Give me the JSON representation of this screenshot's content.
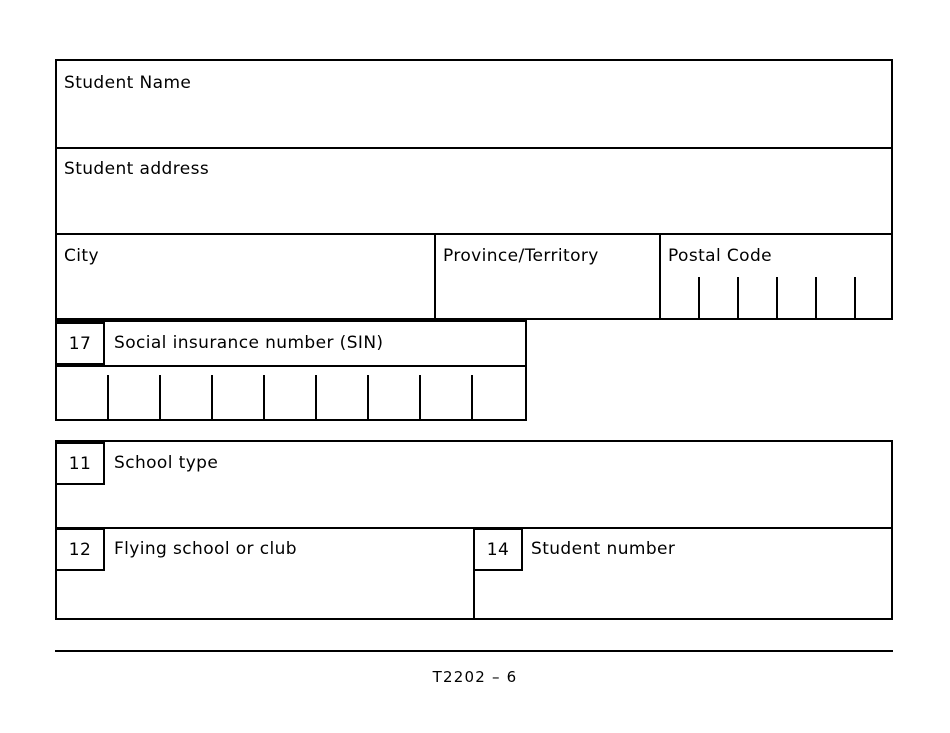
{
  "document": {
    "form_code": "T2202",
    "footer_text": "T2202 – 6"
  },
  "student_block": {
    "fields": [
      {
        "label": "Student Name"
      },
      {
        "label": "Student address"
      },
      {
        "label": "City"
      },
      {
        "label": "Province/Territory"
      },
      {
        "label": "Postal Code"
      }
    ],
    "postal_code": {
      "label": "Postal Code",
      "cell_count": 6,
      "divider_count": 5
    }
  },
  "sin_block": {
    "box_number": "17",
    "label": "Social insurance number (SIN)",
    "cell_count": 9,
    "divider_count": 8
  },
  "school_block": {
    "rows": [
      {
        "box_number": "11",
        "label": "School type"
      },
      {
        "box_number": "12",
        "label": "Flying school or club"
      },
      {
        "box_number": "14",
        "label": "Student number"
      }
    ]
  },
  "colors": {
    "ink": "#000000",
    "paper": "#ffffff"
  }
}
